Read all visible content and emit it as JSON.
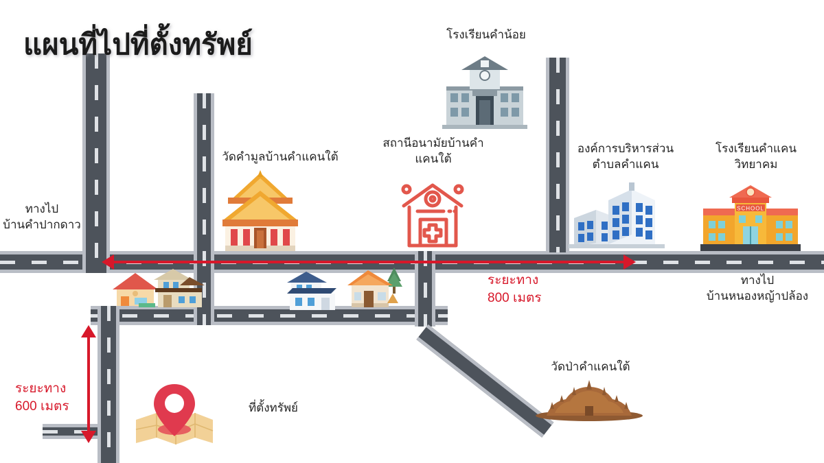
{
  "title": "แผนที่ไปที่ตั้งทรัพย์",
  "colors": {
    "road_fill": "#4d535b",
    "road_edge": "#b9bdc5",
    "road_dash": "#dfe2e6",
    "distance_red": "#d7182a",
    "label_text": "#242424",
    "background": "#ffffff"
  },
  "labels": {
    "way_to_left": "ทางไป\nบ้านคำปากดาว",
    "temple_wat_khammun": "วัดคำมูลบ้านคำแคนใต้",
    "health_station": "สถานีอนามัยบ้านคำ\nแคนใต้",
    "school_kham_noi": "โรงเรียนคำน้อย",
    "sao_admin": "องค์การบริหารส่วน\nตำบลคำแคน",
    "school_khamkhaen": "โรงเรียนคำแคน\nวิทยาคม",
    "way_to_right": "ทางไป\nบ้านหนองหญ้าปล้อง",
    "forest_temple": "วัดป่าคำแคนใต้",
    "property_site": "ที่ตั้งทรัพย์"
  },
  "distances": [
    {
      "id": "d800",
      "caption": "ระยะทาง",
      "value": "800 เมตร",
      "orientation": "horizontal"
    },
    {
      "id": "d600",
      "caption": "ระยะทาง",
      "value": "600 เมตร",
      "orientation": "vertical"
    }
  ],
  "icons": {
    "school_kham_noi": "school-building-icon",
    "temple": "thai-temple-icon",
    "clinic": "clinic-cross-icon",
    "office": "office-buildings-icon",
    "school_khamkhaen": "school-building-icon",
    "house_small_red": "house-red-roof-icon",
    "house_brown": "house-brown-two-story-icon",
    "house_blue": "house-blue-roof-icon",
    "house_tree": "house-with-tree-icon",
    "property_pin": "map-pin-marker-icon",
    "forest_temple": "pagoda-ruins-icon"
  }
}
